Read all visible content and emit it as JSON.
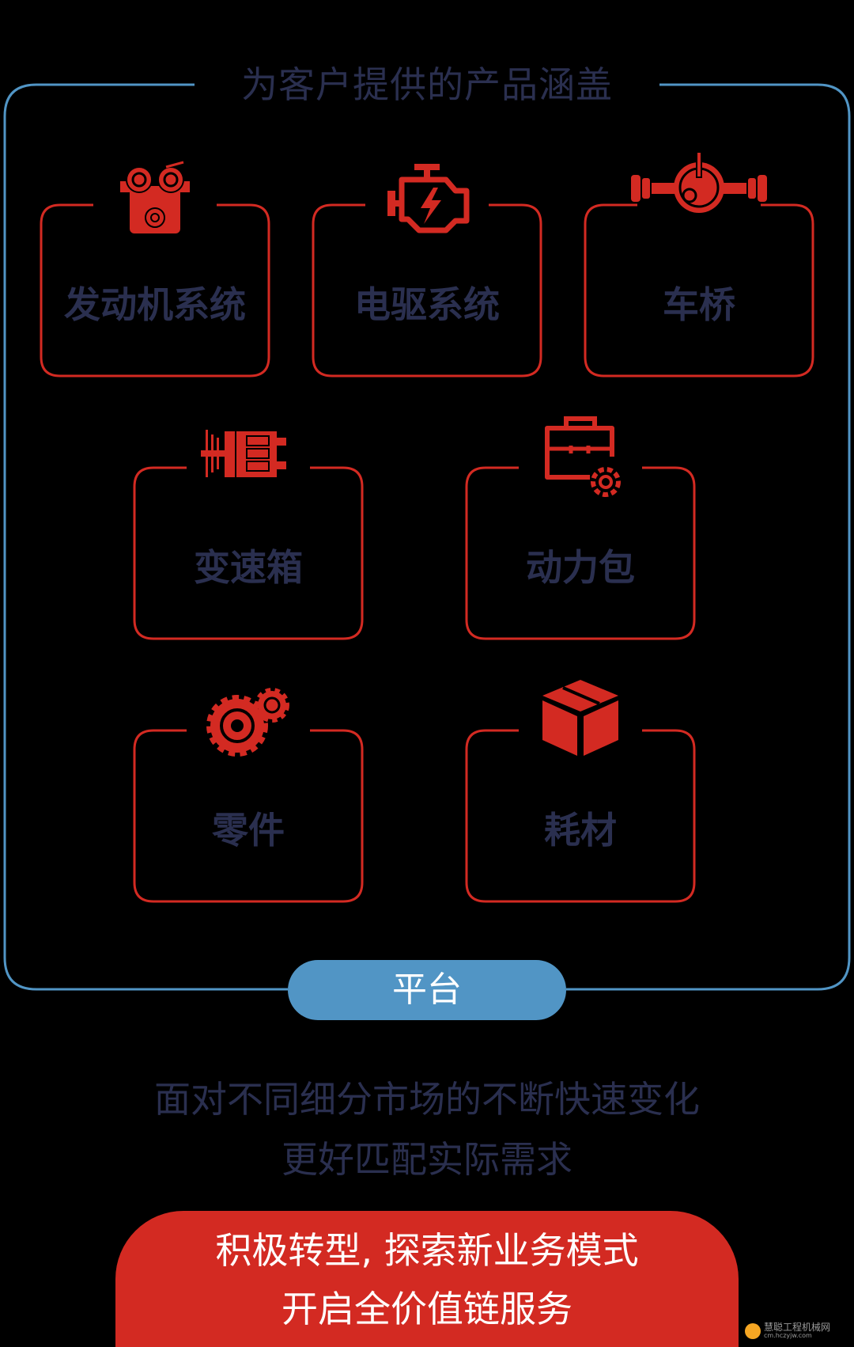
{
  "title": "为客户提供的产品涵盖",
  "products": [
    {
      "label": "发动机系统",
      "icon": "engine-icon"
    },
    {
      "label": "电驱系统",
      "icon": "check-engine-icon"
    },
    {
      "label": "车桥",
      "icon": "axle-icon"
    },
    {
      "label": "变速箱",
      "icon": "transmission-icon"
    },
    {
      "label": "动力包",
      "icon": "powerpack-icon"
    },
    {
      "label": "零件",
      "icon": "gears-icon"
    },
    {
      "label": "耗材",
      "icon": "box-icon"
    }
  ],
  "platform_label": "平台",
  "tagline": {
    "line1": "面对不同细分市场的不断快速变化",
    "line2": "更好匹配实际需求"
  },
  "cta": {
    "line1": "积极转型, 探索新业务模式",
    "line2": "开启全价值链服务"
  },
  "watermark": {
    "text": "慧聪工程机械网",
    "url": "cm.hczyjw.com"
  },
  "colors": {
    "frame_blue": "#5195c5",
    "accent_red": "#d32a22",
    "text_navy": "#2a2f4f",
    "background": "#000000"
  }
}
